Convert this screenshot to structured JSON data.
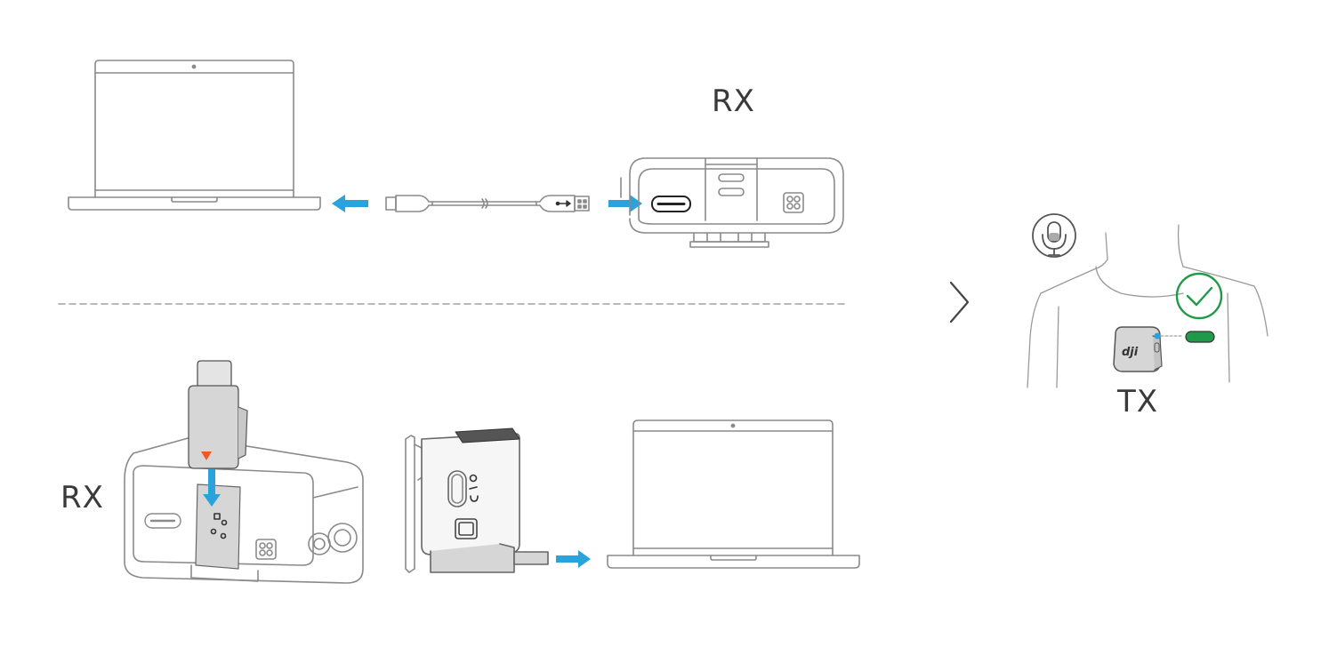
{
  "labels": {
    "rx_top": "RX",
    "rx_bottom": "RX",
    "tx": "TX"
  },
  "icons": {
    "arrow": "arrow-icon",
    "mic": "microphone-icon",
    "check": "checkmark-circle-icon",
    "chevron": "chevron-right-icon",
    "usb": "usb-symbol-icon"
  },
  "colors": {
    "arrow": "#2aa3dc",
    "line": "#8a8a8a",
    "check": "#1f9a48",
    "status_led": "#1f9a48",
    "adapter_marker": "#f05a22",
    "device_fill": "#d6d6d6",
    "text": "#3a3a3a"
  }
}
